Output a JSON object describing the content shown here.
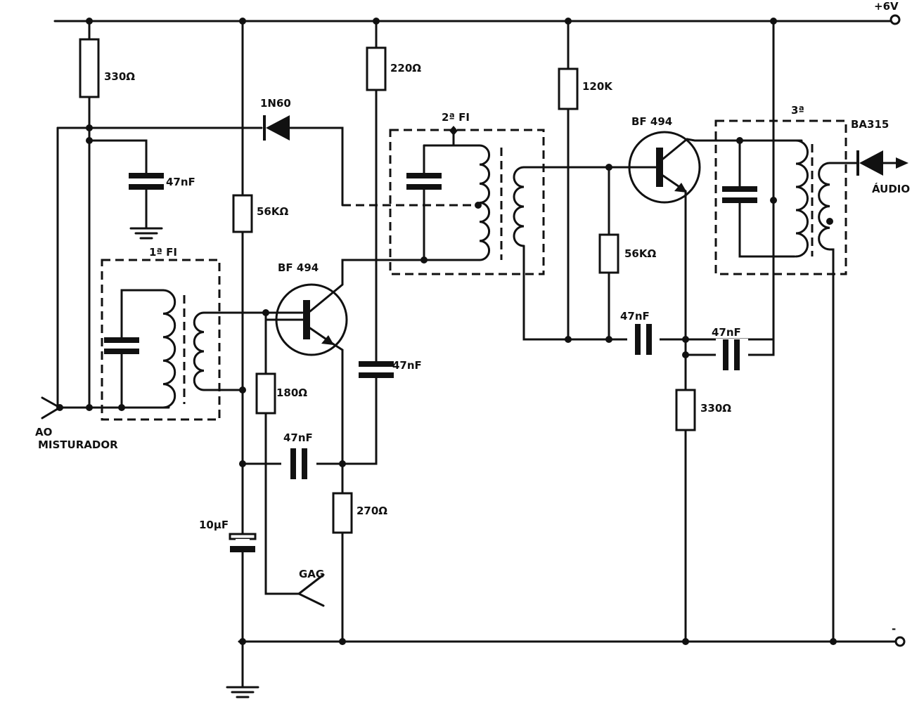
{
  "labels": {
    "supply_pos": "+6V",
    "supply_neg": "-",
    "r1": "330Ω",
    "diode1": "1N60",
    "r2": "220Ω",
    "r3": "120K",
    "if2": "2ª FI",
    "q2": "BF 494",
    "if3": "3ª",
    "diode2": "BA315",
    "audio": "ÁUDIO",
    "c1": "47nF",
    "r4": "56KΩ",
    "if1": "1ª FI",
    "r5": "56KΩ",
    "q1": "BF 494",
    "c2": "47nF",
    "c3": "47nF",
    "c4": "47nF",
    "r6": "180Ω",
    "r7": "330Ω",
    "input_line1": "AO",
    "input_line2": "MISTURADOR",
    "c5": "47nF",
    "r8": "270Ω",
    "c6": "10µF",
    "agc": "GAG"
  }
}
